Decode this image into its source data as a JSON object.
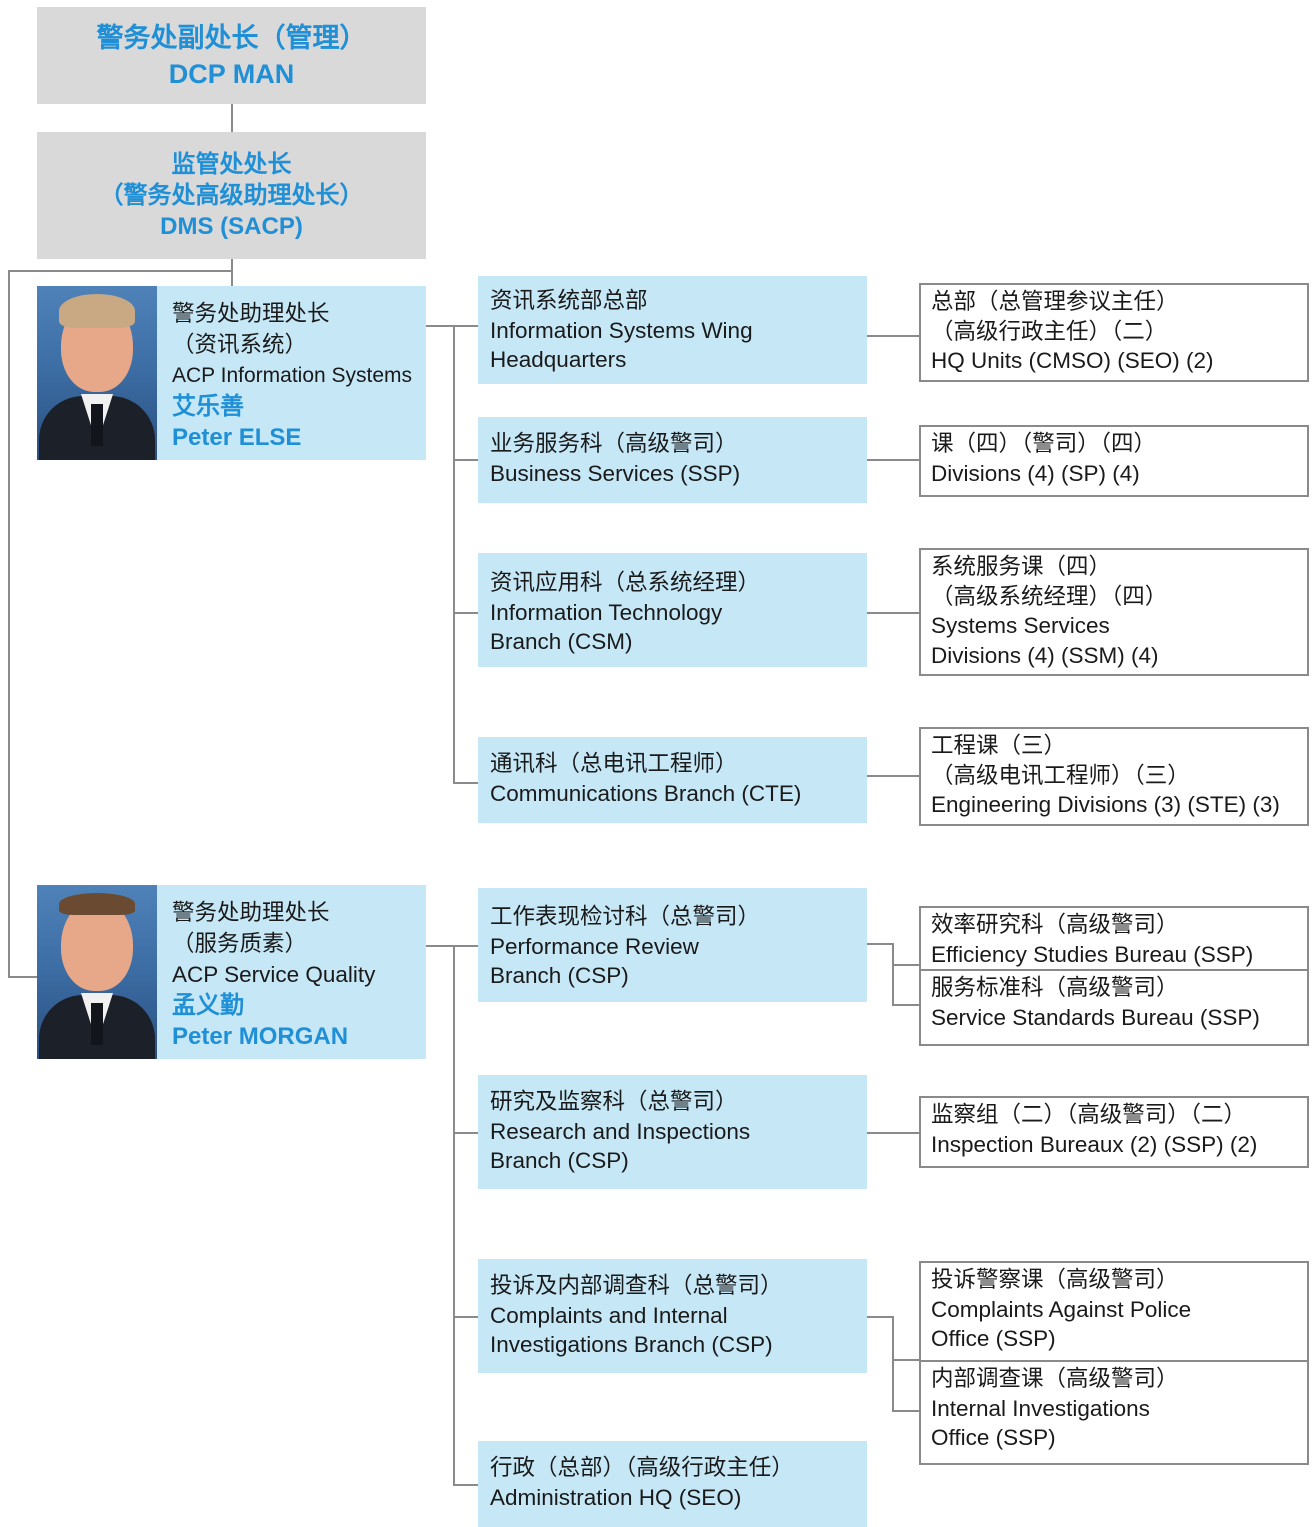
{
  "top": {
    "zh": "警务处副处长（管理）",
    "en": "DCP MAN"
  },
  "dms": {
    "zh1": "监管处处长",
    "zh2": "（警务处高级助理处长）",
    "en": "DMS (SACP)"
  },
  "acp1": {
    "zh1": "警务处助理处长",
    "zh2": "（资讯系统）",
    "en": "ACP Information Systems",
    "name_zh": "艾乐善",
    "name_en": "Peter ELSE"
  },
  "acp2": {
    "zh1": "警务处助理处长",
    "zh2": "（服务质素）",
    "en": "ACP Service Quality",
    "name_zh": "孟义勤",
    "name_en": "Peter MORGAN"
  },
  "branches1": [
    {
      "lines": [
        "资讯系统部总部",
        "Information Systems Wing",
        "Headquarters"
      ]
    },
    {
      "lines": [
        "业务服务科（高级警司）",
        "Business Services (SSP)"
      ]
    },
    {
      "lines": [
        "资讯应用科（总系统经理）",
        "Information Technology",
        "Branch (CSM)"
      ]
    },
    {
      "lines": [
        "通讯科（总电讯工程师）",
        "Communications Branch (CTE)"
      ]
    }
  ],
  "units1": [
    {
      "lines": [
        "总部（总管理参议主任）",
        "（高级行政主任）（二）",
        "HQ Units (CMSO) (SEO) (2)"
      ]
    },
    {
      "lines": [
        "课（四）（警司）（四）",
        "Divisions (4) (SP) (4)"
      ]
    },
    {
      "lines": [
        "系统服务课（四）",
        "（高级系统经理）（四）",
        "Systems Services",
        "Divisions (4) (SSM) (4)"
      ]
    },
    {
      "lines": [
        "工程课（三）",
        "（高级电讯工程师）（三）",
        "Engineering Divisions (3) (STE) (3)"
      ]
    }
  ],
  "branches2": [
    {
      "lines": [
        "工作表现检讨科（总警司）",
        "Performance Review",
        "Branch (CSP)"
      ]
    },
    {
      "lines": [
        "研究及监察科（总警司）",
        "Research and Inspections",
        "Branch (CSP)"
      ]
    },
    {
      "lines": [
        "投诉及内部调查科（总警司）",
        "Complaints and Internal",
        "Investigations Branch (CSP)"
      ]
    },
    {
      "lines": [
        "行政（总部）（高级行政主任）",
        "Administration HQ (SEO)"
      ]
    }
  ],
  "units2": [
    {
      "lines": [
        "效率研究科（高级警司）",
        "Efficiency Studies Bureau (SSP)"
      ]
    },
    {
      "lines": [
        "服务标准科（高级警司）",
        "Service Standards Bureau (SSP)"
      ]
    },
    {
      "lines": [
        "监察组（二）（高级警司）（二）",
        "Inspection Bureaux (2) (SSP) (2)"
      ]
    },
    {
      "lines": [
        "投诉警察课（高级警司）",
        "Complaints Against Police",
        "Office (SSP)"
      ]
    },
    {
      "lines": [
        "内部调查课（高级警司）",
        "Internal Investigations",
        "Office (SSP)"
      ]
    }
  ],
  "colors": {
    "accent": "#1f8fd6",
    "box_blue": "#c6e7f6",
    "box_grey": "#d9d9da",
    "connector": "#8a8a8a"
  }
}
